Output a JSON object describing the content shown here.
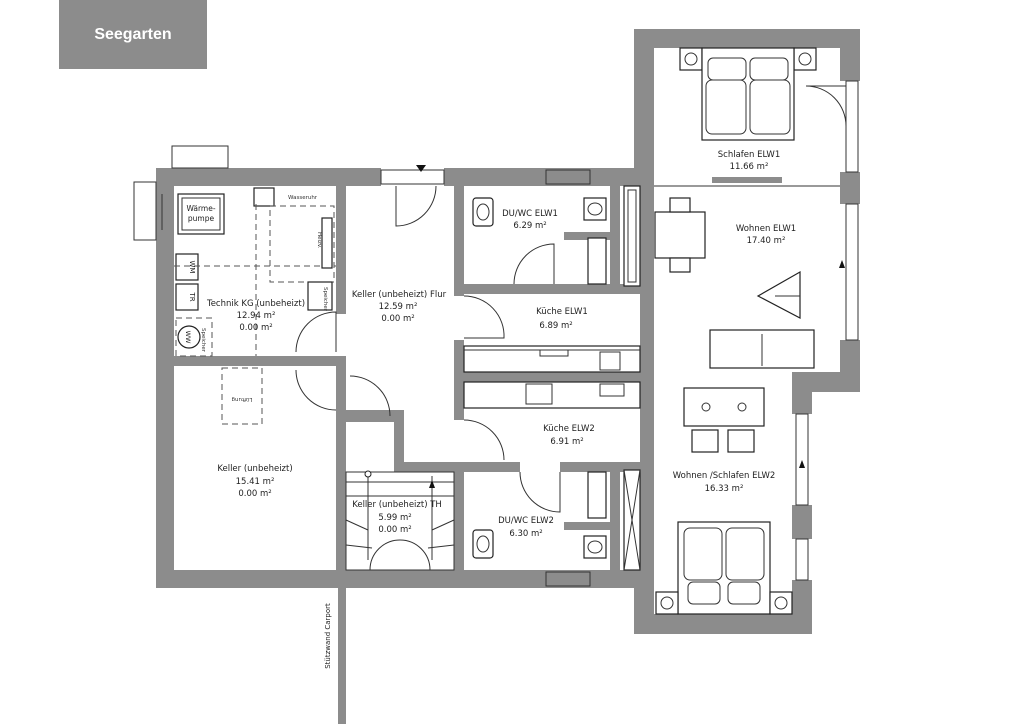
{
  "project_tag": "Seegarten",
  "rooms": {
    "schlafen_elw1": {
      "name": "Schlafen ELW1",
      "area": "11.66 m²"
    },
    "wohnen_elw1": {
      "name": "Wohnen ELW1",
      "area": "17.40 m²"
    },
    "duwc_elw1": {
      "name": "DU/WC ELW1",
      "area": "6.29 m²"
    },
    "kueche_elw1": {
      "name": "Küche ELW1",
      "area": "6.89 m²"
    },
    "keller_flur": {
      "name": "Keller (unbeheizt) Flur",
      "area": "12.59 m²",
      "area2": "0.00 m²"
    },
    "technik": {
      "name": "Technik KG (unbeheizt)",
      "area": "12.94 m²",
      "area2": "0.00 m²"
    },
    "keller": {
      "name": "Keller (unbeheizt)",
      "area": "15.41 m²",
      "area2": "0.00 m²"
    },
    "keller_th": {
      "name": "Keller (unbeheizt) TH",
      "area": "5.99 m²",
      "area2": "0.00 m²"
    },
    "kueche_elw2": {
      "name": "Küche ELW2",
      "area": "6.91 m²"
    },
    "duwc_elw2": {
      "name": "DU/WC ELW2",
      "area": "6.30 m²"
    },
    "wohnen_schlafen_elw2": {
      "name": "Wohnen /Schlafen ELW2",
      "area": "16.33 m²"
    }
  },
  "equipment": {
    "waermepumpe_line1": "Wärme-",
    "waermepumpe_line2": "pumpe",
    "wm": "WM",
    "tr": "TR",
    "ww": "WW",
    "wasseruhr": "Wasseruhr",
    "heizung": "Heizv.",
    "speicher": "Speicher",
    "lueftung": "Lüftung",
    "speicher_round": "Speicher"
  },
  "labels": {
    "carport": "Stützwand Carport"
  }
}
